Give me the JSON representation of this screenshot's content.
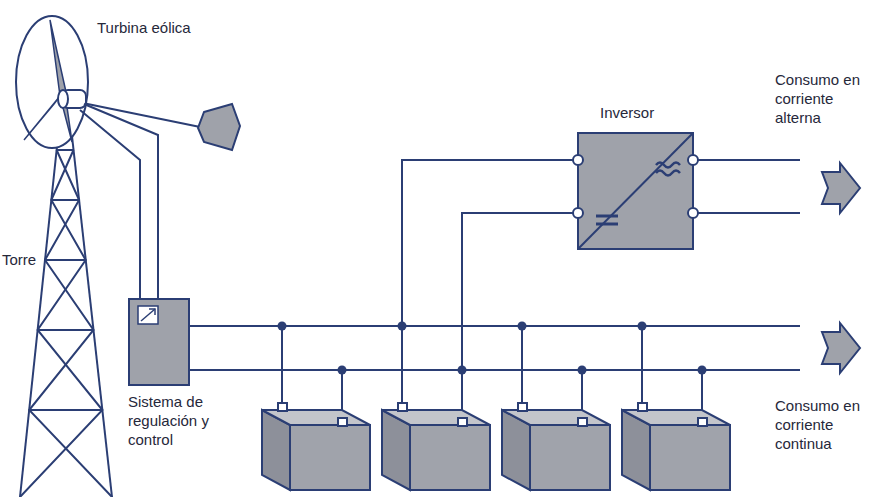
{
  "diagram": {
    "nodes": [
      {
        "text": [
          "Sistema de regulación y control"
        ]
      },
      {
        "text": [
          "Inversor"
        ]
      }
    ],
    "edges": [
      {
        "from": 0,
        "to": 1,
        "arrow": "none"
      }
    ],
    "labels": [
      "Turbina eólica",
      "Torre",
      "Consumo en corriente alterna",
      "Consumo en corriente continua"
    ]
  }
}
